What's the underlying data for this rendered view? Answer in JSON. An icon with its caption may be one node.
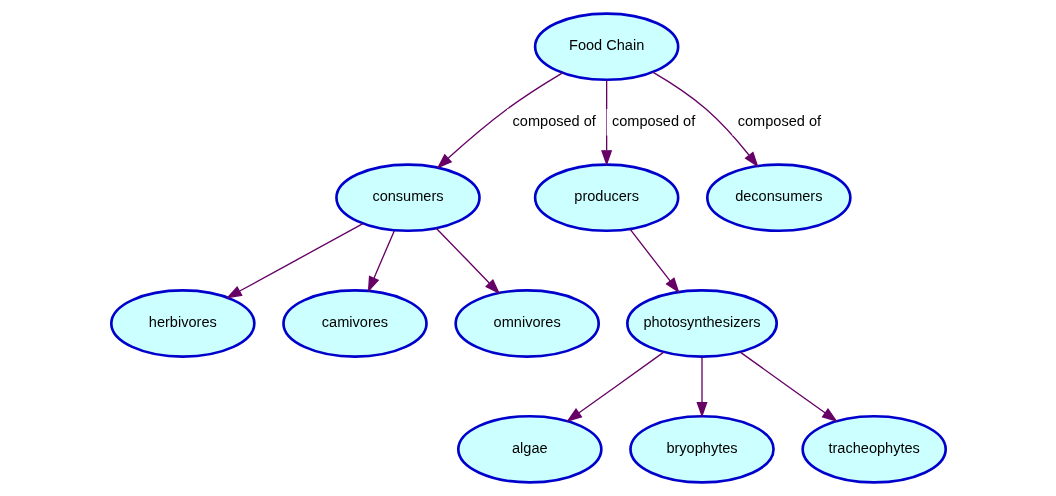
{
  "diagram": {
    "nodes": [
      {
        "text": [
          "Food Chain"
        ]
      },
      {
        "text": [
          "consumers"
        ]
      },
      {
        "text": [
          "producers"
        ]
      },
      {
        "text": [
          "deconsumers"
        ]
      },
      {
        "text": [
          "herbivores"
        ]
      },
      {
        "text": [
          "camivores"
        ]
      },
      {
        "text": [
          "omnivores"
        ]
      },
      {
        "text": [
          "photosynthesizers"
        ]
      },
      {
        "text": [
          "algae"
        ]
      },
      {
        "text": [
          "bryophytes"
        ]
      },
      {
        "text": [
          "tracheophytes"
        ]
      }
    ],
    "edges": [
      {
        "from": 0,
        "to": 1,
        "arrow": "to",
        "label": "composed of"
      },
      {
        "from": 0,
        "to": 2,
        "arrow": "to",
        "label": "composed of"
      },
      {
        "from": 0,
        "to": 3,
        "arrow": "to",
        "label": "composed of"
      },
      {
        "from": 1,
        "to": 4,
        "arrow": "to"
      },
      {
        "from": 1,
        "to": 5,
        "arrow": "to"
      },
      {
        "from": 1,
        "to": 6,
        "arrow": "to"
      },
      {
        "from": 2,
        "to": 7,
        "arrow": "to"
      },
      {
        "from": 7,
        "to": 8,
        "arrow": "to"
      },
      {
        "from": 7,
        "to": 9,
        "arrow": "to"
      },
      {
        "from": 7,
        "to": 10,
        "arrow": "to"
      }
    ]
  }
}
